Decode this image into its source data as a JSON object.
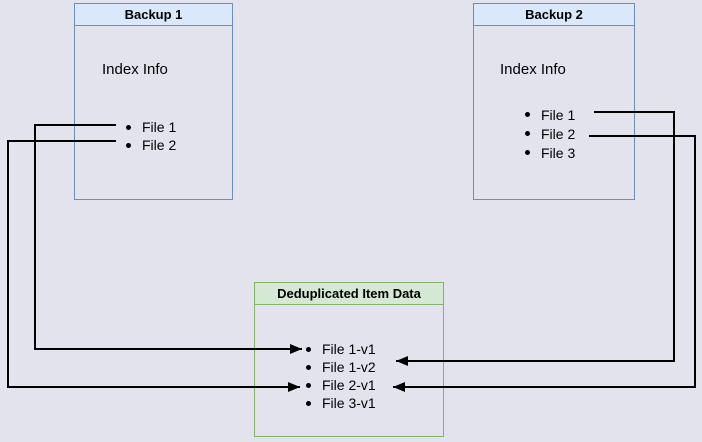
{
  "canvas": {
    "background": "#e3e3ed"
  },
  "colors": {
    "blue_border": "#6c8ebf",
    "blue_header_fill": "#dae8fc",
    "green_border": "#82b366",
    "green_header_fill": "#d5e8d4",
    "connector": "#000000",
    "text": "#000000"
  },
  "boxes": {
    "backup1": {
      "title": "Backup 1",
      "subtitle": "Index Info",
      "items": [
        "File 1",
        "File 2"
      ]
    },
    "backup2": {
      "title": "Backup 2",
      "subtitle": "Index Info",
      "items": [
        "File 1",
        "File 2",
        "File 3"
      ]
    },
    "dedup": {
      "title": "Deduplicated Item Data",
      "items": [
        "File 1-v1",
        "File 1-v2",
        "File 2-v1",
        "File 3-v1"
      ]
    }
  },
  "connections": [
    {
      "from": "Backup 1 / File 1",
      "to": "File 1-v1"
    },
    {
      "from": "Backup 1 / File 2",
      "to": "File 2-v1"
    },
    {
      "from": "Backup 2 / File 1",
      "to": "File 1-v2"
    },
    {
      "from": "Backup 2 / File 2",
      "to": "File 2-v1"
    }
  ]
}
